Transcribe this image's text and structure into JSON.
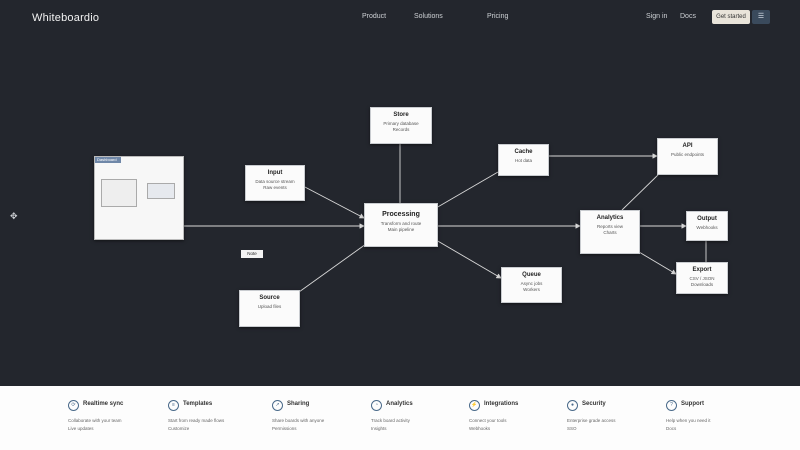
{
  "header": {
    "logo": "Whiteboardio",
    "nav": [
      "Product",
      "Solutions",
      "Pricing"
    ],
    "right_links": [
      "Sign in",
      "Docs"
    ],
    "cta": "Get started",
    "icon": "menu-icon"
  },
  "sidebar": {
    "icon": "cursor-icon"
  },
  "canvas": {
    "panel": {
      "title": "Dashboard"
    },
    "floating_label": "Note",
    "nodes": {
      "input": {
        "title": "Input",
        "line1": "Data source stream",
        "line2": "Raw events"
      },
      "store": {
        "title": "Store",
        "line1": "Primary database",
        "line2": "Records"
      },
      "source": {
        "title": "Source",
        "line1": "Upload files"
      },
      "core": {
        "title": "Processing",
        "line1": "Transform and route",
        "line2": "Main pipeline"
      },
      "cache": {
        "title": "Cache",
        "line1": "Hot data"
      },
      "queue": {
        "title": "Queue",
        "line1": "Async jobs",
        "line2": "Workers"
      },
      "analytics": {
        "title": "Analytics",
        "line1": "Reports view",
        "line2": "Charts"
      },
      "api": {
        "title": "API",
        "line1": "Public endpoints"
      },
      "output": {
        "title": "Output",
        "line1": "Webhooks"
      },
      "export": {
        "title": "Export",
        "line1": "CSV / JSON",
        "line2": "Downloads"
      }
    }
  },
  "features": [
    {
      "icon": "sync-icon",
      "title": "Realtime sync",
      "desc": "Collaborate with your team",
      "desc2": "Live updates"
    },
    {
      "icon": "layers-icon",
      "title": "Templates",
      "desc": "Start from ready made flows",
      "desc2": "Customize"
    },
    {
      "icon": "share-icon",
      "title": "Sharing",
      "desc": "Share boards with anyone",
      "desc2": "Permissions"
    },
    {
      "icon": "chart-icon",
      "title": "Analytics",
      "desc": "Track board activity",
      "desc2": "Insights"
    },
    {
      "icon": "plug-icon",
      "title": "Integrations",
      "desc": "Connect your tools",
      "desc2": "Webhooks"
    },
    {
      "icon": "lock-icon",
      "title": "Security",
      "desc": "Enterprise grade access",
      "desc2": "SSO"
    },
    {
      "icon": "help-icon",
      "title": "Support",
      "desc": "Help when you need it",
      "desc2": "Docs"
    }
  ]
}
